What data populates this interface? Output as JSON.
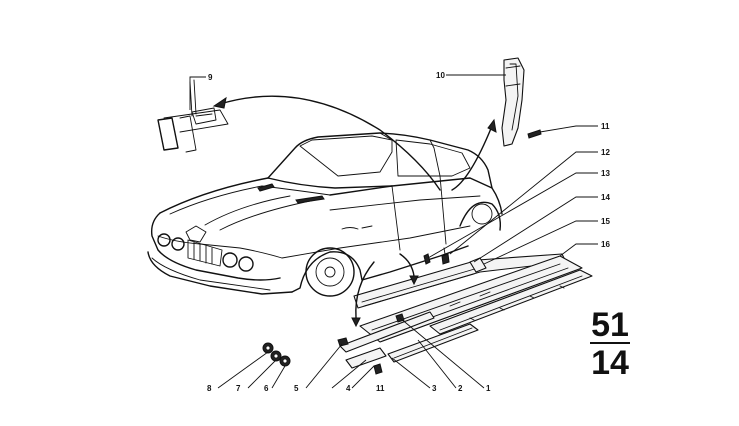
{
  "callouts": {
    "c1": "1",
    "c2": "2",
    "c3": "3",
    "c4": "4",
    "c5": "5",
    "c6": "6",
    "c7": "7",
    "c8": "8",
    "c9": "9",
    "c10": "10",
    "c11a": "11",
    "c11b": "11",
    "c12": "12",
    "c13": "13",
    "c14": "14",
    "c15": "15",
    "c16": "16"
  },
  "page_code": {
    "group": "51",
    "sheet": "14"
  }
}
